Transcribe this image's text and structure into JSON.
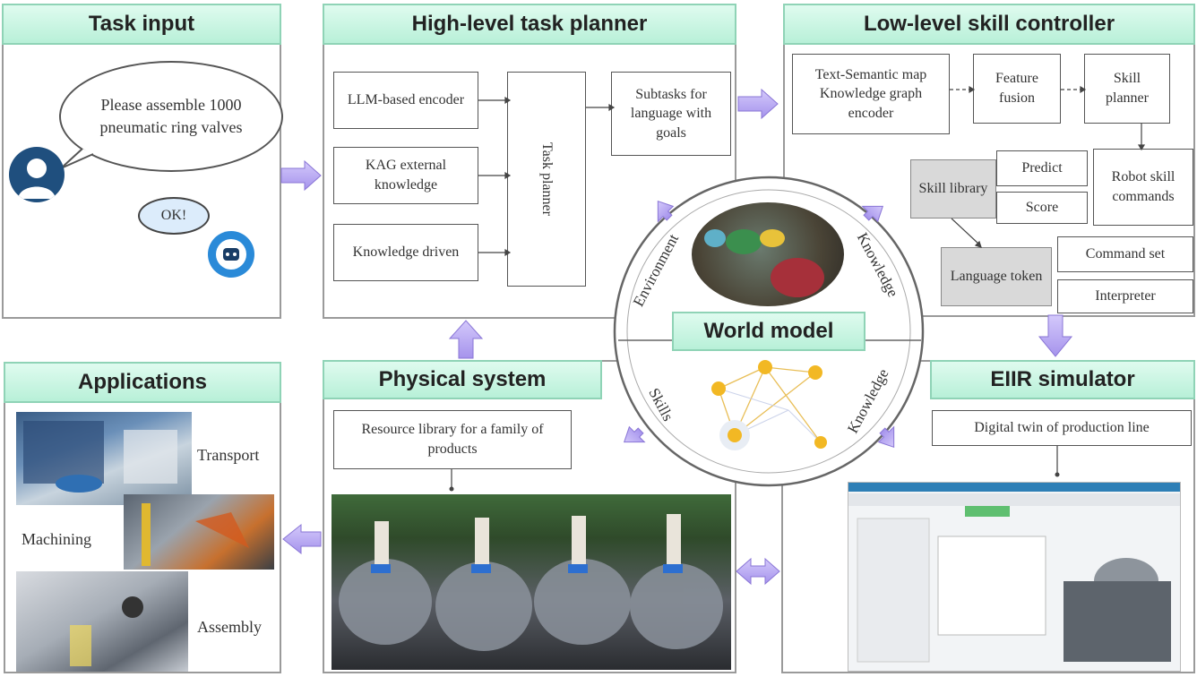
{
  "panels": {
    "task_input": {
      "title": "Task input"
    },
    "planner": {
      "title": "High-level task  planner"
    },
    "controller": {
      "title": "Low-level skill controller"
    },
    "applications": {
      "title": "Applications"
    },
    "physical": {
      "title": "Physical system"
    },
    "simulator": {
      "title": "EIIR simulator"
    }
  },
  "task_input": {
    "bubble_text": "Please assemble 1000 pneumatic ring valves",
    "reply_text": "OK!"
  },
  "planner": {
    "left_boxes": [
      "LLM-based encoder",
      "KAG external knowledge",
      "Knowledge driven"
    ],
    "center_box": "Task planner",
    "right_box": "Subtasks for language with goals"
  },
  "controller": {
    "encoder": "Text-Semantic map Knowledge graph encoder",
    "feature": "Feature fusion",
    "skill_planner": "Skill planner",
    "skill_lib": "Skill library",
    "predict": "Predict",
    "score": "Score",
    "robot_skill": "Robot skill commands",
    "language": "Language token",
    "command": "Command set",
    "interpreter": "Interpreter"
  },
  "world_model": {
    "label": "World model",
    "ring_words": [
      "Environment",
      "Knowledge",
      "Skills",
      "Knowledge"
    ]
  },
  "physical": {
    "resource_box": "Resource library for a family of products"
  },
  "simulator": {
    "twin_box": "Digital twin of production line"
  },
  "applications": {
    "labels": [
      "Transport",
      "Machining",
      "Assembly"
    ]
  },
  "colors": {
    "header_fill": "#c8f5e1",
    "arrow": "#b9a8f0",
    "arrow_edge": "#8a76d6"
  }
}
